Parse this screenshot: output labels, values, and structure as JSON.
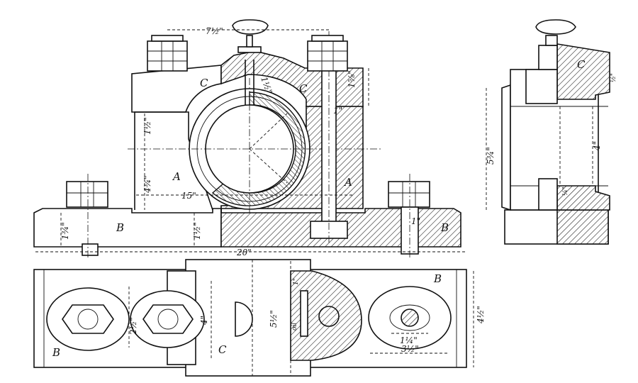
{
  "labels": {
    "front_cap_left": "C",
    "front_cap_right": "C",
    "front_pedestal_left": "A",
    "front_pedestal_right": "A",
    "front_base_left": "B",
    "front_base_right": "B",
    "side_cap": "C",
    "plan_base_right": "B",
    "plan_base_left": "B",
    "plan_cap": "C"
  },
  "dimensions": {
    "bolt_centers": "7½\"",
    "oil_hole": "1½\"",
    "cap_thickness": "1⅝\"",
    "cap_bolt_dia": "1\"",
    "pedestal_top": "1½\"",
    "pedestal_height": "4¾\"",
    "pedestal_width": "15\"",
    "base_left": "1¾\"",
    "base_mid": "1½\"",
    "holding_bolt": "1\"",
    "overall_length": "20\"",
    "side_height": "5¾\"",
    "side_bore": "4\"",
    "side_collar_top": "½\"",
    "side_collar_bottom": "¼\"",
    "plan_bolt_spacing": "2½\"",
    "plan_bore": "4\"",
    "plan_cap_length": "5½\"",
    "plan_small": "1\"",
    "plan_slot_width": "1¼\"",
    "plan_slot_length": "3½\"",
    "plan_base_width": "4½\"",
    "plan_note": "oil"
  }
}
